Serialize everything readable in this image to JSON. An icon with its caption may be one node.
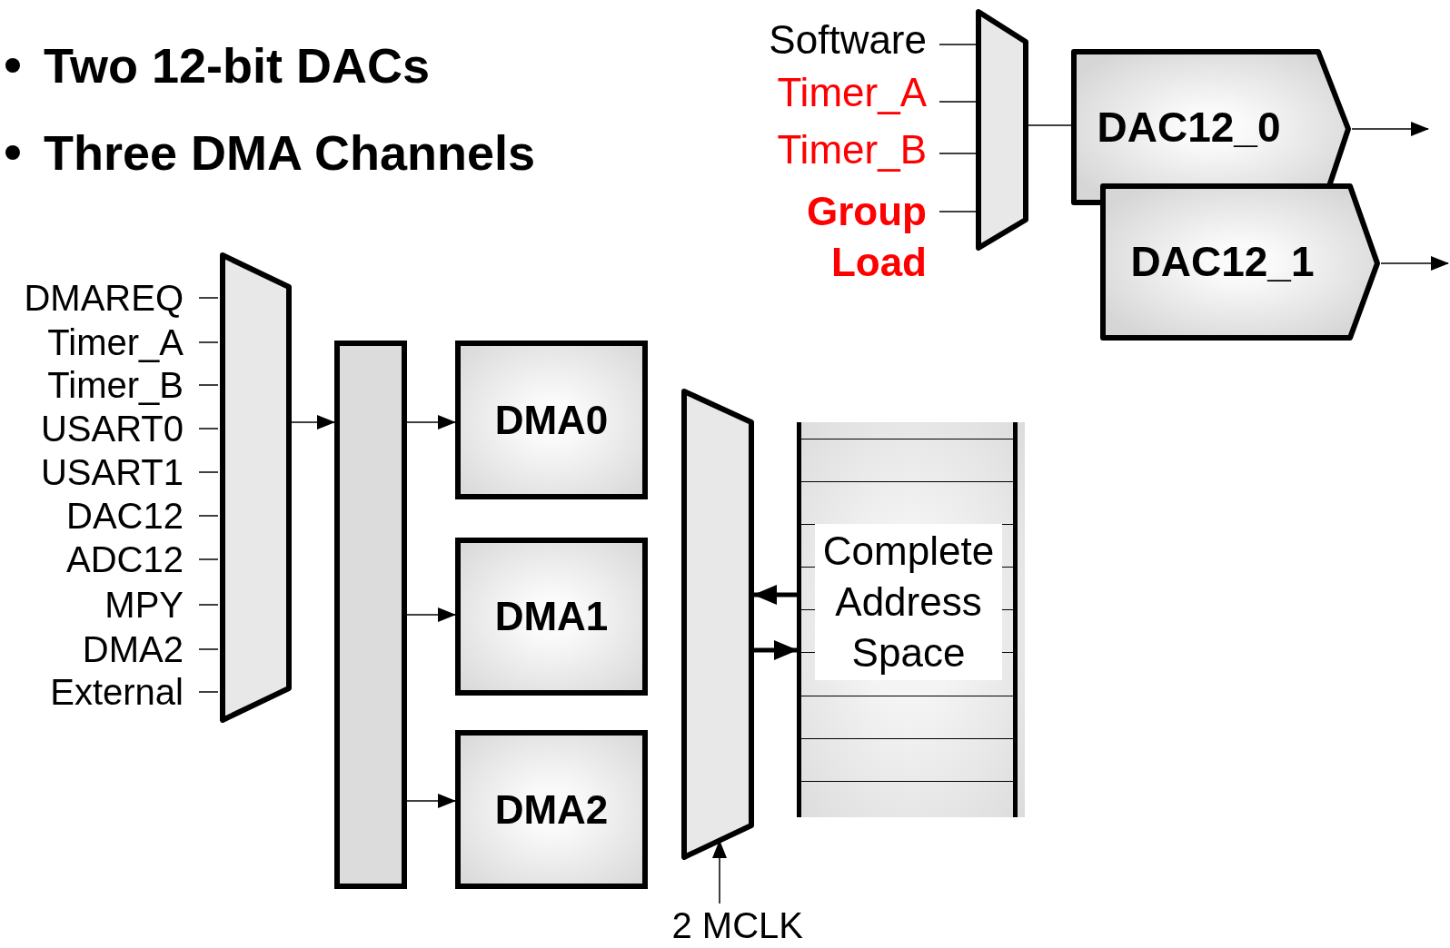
{
  "diagram": {
    "nodes": [
      {
        "text": [
          "Software"
        ]
      },
      {
        "text": [
          "Timer_A"
        ]
      },
      {
        "text": [
          "Timer_B"
        ]
      },
      {
        "text": [
          "Group Load"
        ]
      },
      {
        "text": [],
        "shape": "trapezoid"
      },
      {
        "text": [
          "DAC12_0"
        ]
      },
      {
        "text": [
          "DAC12_1"
        ]
      },
      {
        "text": [
          "DMAREQ"
        ]
      },
      {
        "text": [
          "Timer_A"
        ]
      },
      {
        "text": [
          "Timer_B"
        ]
      },
      {
        "text": [
          "USART0"
        ]
      },
      {
        "text": [
          "USART1"
        ]
      },
      {
        "text": [
          "DAC12"
        ]
      },
      {
        "text": [
          "ADC12"
        ]
      },
      {
        "text": [
          "MPY"
        ]
      },
      {
        "text": [
          "DMA2"
        ]
      },
      {
        "text": [
          "External"
        ]
      },
      {
        "text": [],
        "shape": "trapezoid"
      },
      {
        "text": [],
        "shape": "bar"
      },
      {
        "text": [
          "DMA0"
        ]
      },
      {
        "text": [
          "DMA1"
        ]
      },
      {
        "text": [
          "DMA2"
        ]
      },
      {
        "text": [],
        "shape": "trapezoid"
      },
      {
        "text": [
          "Complete Address Space"
        ]
      },
      {
        "text": [
          "2 MCLK"
        ]
      }
    ],
    "edges": [
      {
        "from": 0,
        "to": 4,
        "arrow": "none"
      },
      {
        "from": 1,
        "to": 4,
        "arrow": "none"
      },
      {
        "from": 2,
        "to": 4,
        "arrow": "none"
      },
      {
        "from": 3,
        "to": 4,
        "arrow": "none"
      },
      {
        "from": 4,
        "to": 5,
        "arrow": "none"
      },
      {
        "from": 5,
        "to": null,
        "arrow": "to"
      },
      {
        "from": 6,
        "to": null,
        "arrow": "to"
      },
      {
        "from": 7,
        "to": 17,
        "arrow": "none"
      },
      {
        "from": 8,
        "to": 17,
        "arrow": "none"
      },
      {
        "from": 9,
        "to": 17,
        "arrow": "none"
      },
      {
        "from": 10,
        "to": 17,
        "arrow": "none"
      },
      {
        "from": 11,
        "to": 17,
        "arrow": "none"
      },
      {
        "from": 12,
        "to": 17,
        "arrow": "none"
      },
      {
        "from": 13,
        "to": 17,
        "arrow": "none"
      },
      {
        "from": 14,
        "to": 17,
        "arrow": "none"
      },
      {
        "from": 15,
        "to": 17,
        "arrow": "none"
      },
      {
        "from": 16,
        "to": 17,
        "arrow": "none"
      },
      {
        "from": 17,
        "to": 18,
        "arrow": "to"
      },
      {
        "from": 18,
        "to": 19,
        "arrow": "to"
      },
      {
        "from": 18,
        "to": 20,
        "arrow": "to"
      },
      {
        "from": 18,
        "to": 21,
        "arrow": "to"
      },
      {
        "from": 23,
        "to": 22,
        "arrow": "to",
        "style": "thick"
      },
      {
        "from": 22,
        "to": 23,
        "arrow": "to",
        "style": "thick"
      },
      {
        "from": 24,
        "to": 22,
        "arrow": "to"
      }
    ],
    "labels": [
      "Two 12-bit DACs",
      "Three DMA Channels"
    ]
  }
}
